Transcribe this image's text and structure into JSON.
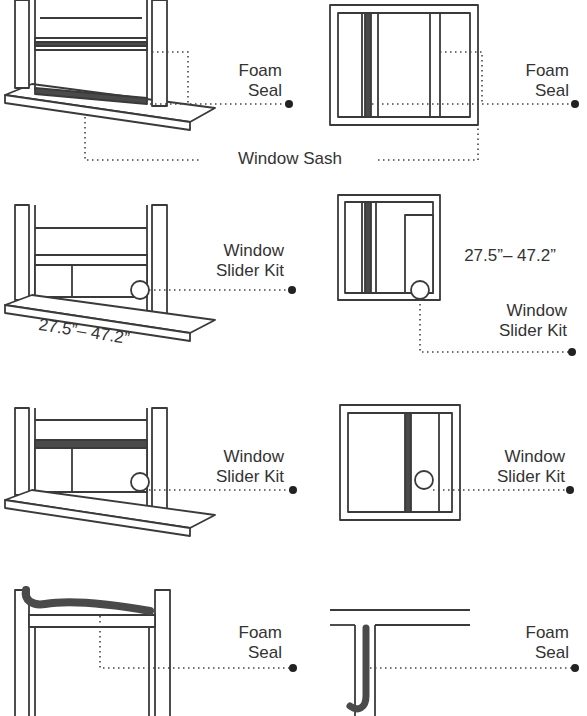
{
  "diagram": {
    "labels": [
      "Foam Seal",
      "Foam Seal",
      "Window Sash",
      "Window Slider Kit",
      "27.5”– 47.2”",
      "27.5”– 47.2”",
      "Window Slider Kit",
      "Window Slider Kit",
      "Window Slider Kit",
      "Foam Seal",
      "Foam Seal"
    ]
  }
}
